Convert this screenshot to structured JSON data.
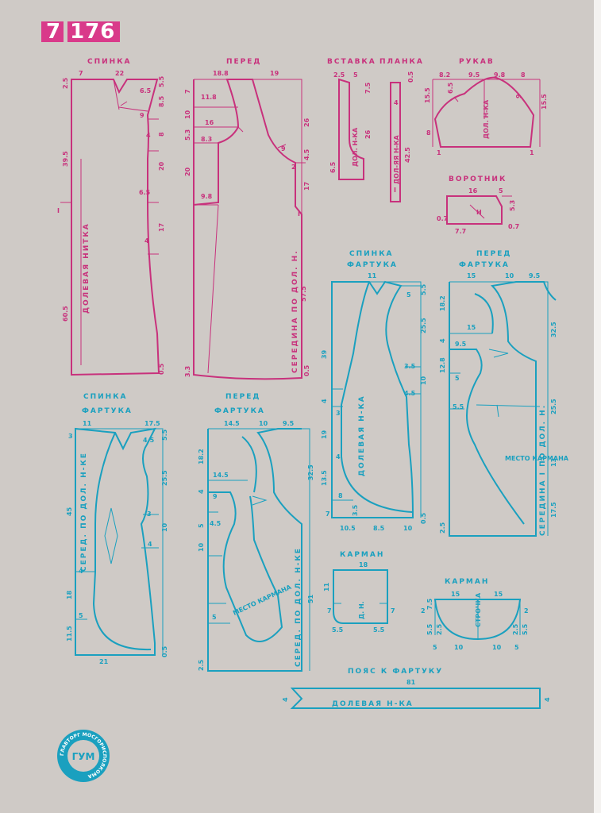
{
  "header": {
    "part1": "7",
    "part2": "176"
  },
  "magenta": {
    "back": {
      "title": "СПИНКА",
      "m_top": [
        "7",
        "22"
      ],
      "m_left": [
        "2.5",
        "39.5",
        "60.5"
      ],
      "m_right": [
        "5.5",
        "8.5",
        "8",
        "20",
        "17"
      ],
      "m_inner": [
        "6.5",
        "9",
        "4",
        "6.5",
        "4"
      ],
      "m_bottom": "0.5",
      "marker": "I",
      "grain": "ДОЛЕВАЯ НИТКА"
    },
    "front": {
      "title": "ПЕРЕД",
      "m_top": [
        "18.8",
        "19"
      ],
      "m_left": [
        "7",
        "10",
        "5.3",
        "20",
        "3.3"
      ],
      "m_inner": [
        "11.8",
        "16",
        "8.3",
        "9.8",
        "9"
      ],
      "m_right": [
        "26",
        "4.5",
        "17",
        "2",
        "I"
      ],
      "m_bottom": "0.5",
      "center": "СЕРЕДИНА ПО ДОЛ. Н.",
      "center_val": "57.5"
    },
    "insert": {
      "title": "ВСТАВКА",
      "m": [
        "2.5",
        "5",
        "7.5",
        "26",
        "6.5"
      ],
      "grain": "ДОЛ. Н-КА"
    },
    "strip": {
      "title": "ПЛАНКА",
      "m": [
        "0.5",
        "4",
        "42.5",
        "I"
      ],
      "grain": "ДОЛ-ЯЯ Н-КА"
    },
    "sleeve": {
      "title": "РУКАВ",
      "m": [
        "8.2",
        "9.5",
        "9.8",
        "8",
        "6.5",
        "15.5",
        "15.5",
        "9",
        "8",
        "1",
        "1"
      ],
      "grain": "ДОЛ. Н-КА"
    },
    "collar": {
      "title": "ВОРОТНИК",
      "m": [
        "16",
        "5",
        "5.3",
        "0.7",
        "7.7",
        "0.7"
      ],
      "grain": "Н"
    }
  },
  "cyan": {
    "apron_back_r": {
      "title1": "СПИНКА",
      "title2": "ФАРТУКА",
      "m": [
        "11",
        "5",
        "5.5",
        "25.5",
        "3.5",
        "10",
        "4.5",
        "39",
        "4",
        "3",
        "19",
        "4",
        "13.5",
        "8",
        "3.5",
        "7",
        "10.5",
        "8.5",
        "10",
        "0.5"
      ],
      "grain": "ДОЛЕВАЯ Н-КА"
    },
    "apron_front_r": {
      "title1": "ПЕРЕД",
      "title2": "ФАРТУКА",
      "m": [
        "15",
        "10",
        "9.5",
        "18.2",
        "4",
        "15",
        "9.5",
        "12.8",
        "5",
        "5.5",
        "32.5",
        "25.5",
        "13",
        "17.5",
        "2.5"
      ],
      "center": "СЕРЕДИНА I ПО ДОЛ. Н.",
      "pocket": "МЕСТО КАРМАНА"
    },
    "apron_back_l": {
      "title1": "СПИНКА",
      "title2": "ФАРТУКА",
      "m": [
        "11",
        "17.5",
        "3",
        "4.5",
        "5.5",
        "25.5",
        "45",
        "3",
        "10",
        "4",
        "18",
        "4",
        "5",
        "11.5",
        "21",
        "0.5"
      ],
      "center": "СЕРЕД. ПО ДОЛ. Н-КЕ"
    },
    "apron_front_l": {
      "title1": "ПЕРЕД",
      "title2": "ФАРТУКА",
      "m": [
        "14.5",
        "10",
        "9.5",
        "18.2",
        "14.5",
        "4",
        "9",
        "4.5",
        "5",
        "10",
        "5",
        "2.5",
        "32.5",
        "51"
      ],
      "center": "СЕРЕД. ПО ДОЛ. Н-КЕ",
      "pocket": "МЕСТО КАРМАНА"
    },
    "pocket1": {
      "title": "КАРМАН",
      "m": [
        "18",
        "11",
        "7",
        "5.5",
        "5.5",
        "7"
      ],
      "grain": "Д. Н."
    },
    "pocket2": {
      "title": "КАРМАН",
      "m": [
        "15",
        "15",
        "7.5",
        "2",
        "5.5",
        "2.5",
        "2",
        "2.5",
        "5.5",
        "5",
        "10",
        "10",
        "5"
      ],
      "label": "СТРОЧКА"
    },
    "belt": {
      "title": "ПОЯС К ФАРТУКУ",
      "len": "81",
      "left": "4",
      "right": "4",
      "grain": "ДОЛЕВАЯ Н-КА"
    }
  },
  "logo": {
    "text": "ГЛАВТОРГ МОСГОРИСПОЛКОМА",
    "mono": "ГУМ"
  },
  "colors": {
    "paper": "#cfcac6",
    "magenta": "#c8317c",
    "cyan": "#1aa0bf",
    "badge": "#d93a8a"
  }
}
